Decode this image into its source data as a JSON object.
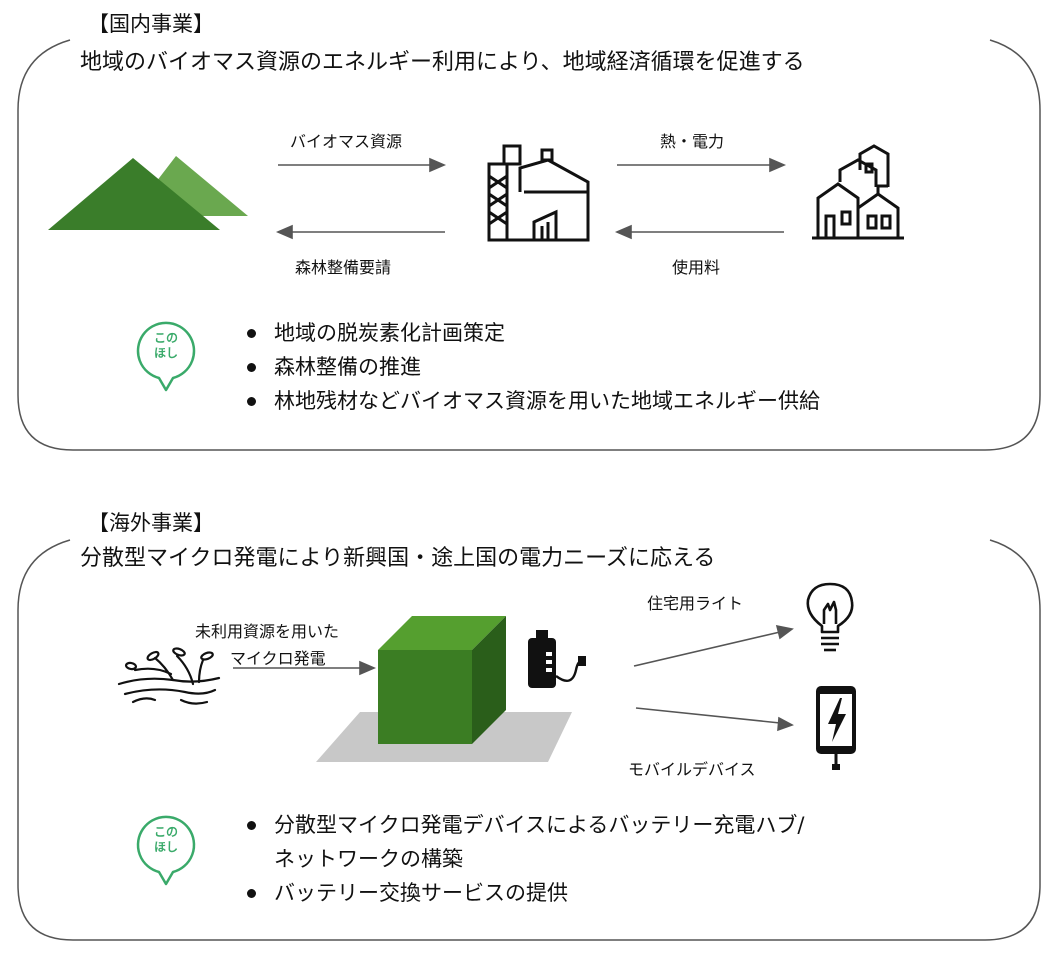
{
  "domestic": {
    "title": "【国内事業】",
    "subtitle": "地域のバイオマス資源のエネルギー利用により、地域経済循環を促進する",
    "flows": {
      "biomass": "バイオマス資源",
      "forest_request": "森林整備要請",
      "heat_power": "熱・電力",
      "usage_fee": "使用料"
    },
    "logo_text": [
      "この",
      "ほし"
    ],
    "bullets": [
      "地域の脱炭素化計画策定",
      "森林整備の推進",
      "林地残材などバイオマス資源を用いた地域エネルギー供給"
    ]
  },
  "overseas": {
    "title": "【海外事業】",
    "subtitle": "分散型マイクロ発電により新興国・途上国の電力ニーズに応える",
    "flows": {
      "unused_line1": "未利用資源を用いた",
      "unused_line2": "マイクロ発電",
      "home_light": "住宅用ライト",
      "mobile": "モバイルデバイス"
    },
    "logo_text": [
      "この",
      "ほし"
    ],
    "bullets": [
      "分散型マイクロ発電デバイスによるバッテリー充電ハブ/",
      "ネットワークの構築",
      "バッテリー交換サービスの提供"
    ]
  },
  "colors": {
    "dark_green": "#3a7d2a",
    "light_green": "#6aa84f",
    "cube_front": "#3b7d23",
    "cube_top": "#559f2f",
    "cube_side": "#2a5e1a",
    "shadow": "#c8c8c8",
    "logo_green": "#3aaa6a",
    "arrow_gray": "#555555"
  }
}
